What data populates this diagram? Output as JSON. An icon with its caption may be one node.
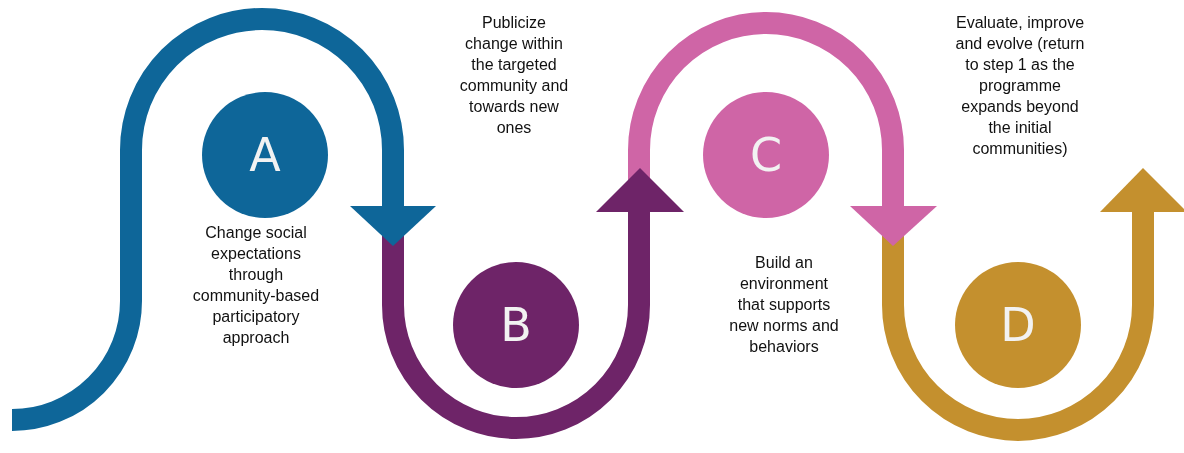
{
  "diagram": {
    "nodes": [
      {
        "text": [
          "A"
        ],
        "beside": [
          "Change social expectations through community-based participatory approach"
        ]
      },
      {
        "text": [
          "B"
        ]
      },
      {
        "text": [
          "C"
        ],
        "beside": [
          "Build an environment that supports new norms and behaviors"
        ]
      },
      {
        "text": [
          "D"
        ]
      }
    ],
    "labels": [
      "Publicize change within the targeted community and towards new ones",
      "Evaluate, improve and evolve (return to step 1 as the programme expands beyond the initial communities)"
    ]
  }
}
